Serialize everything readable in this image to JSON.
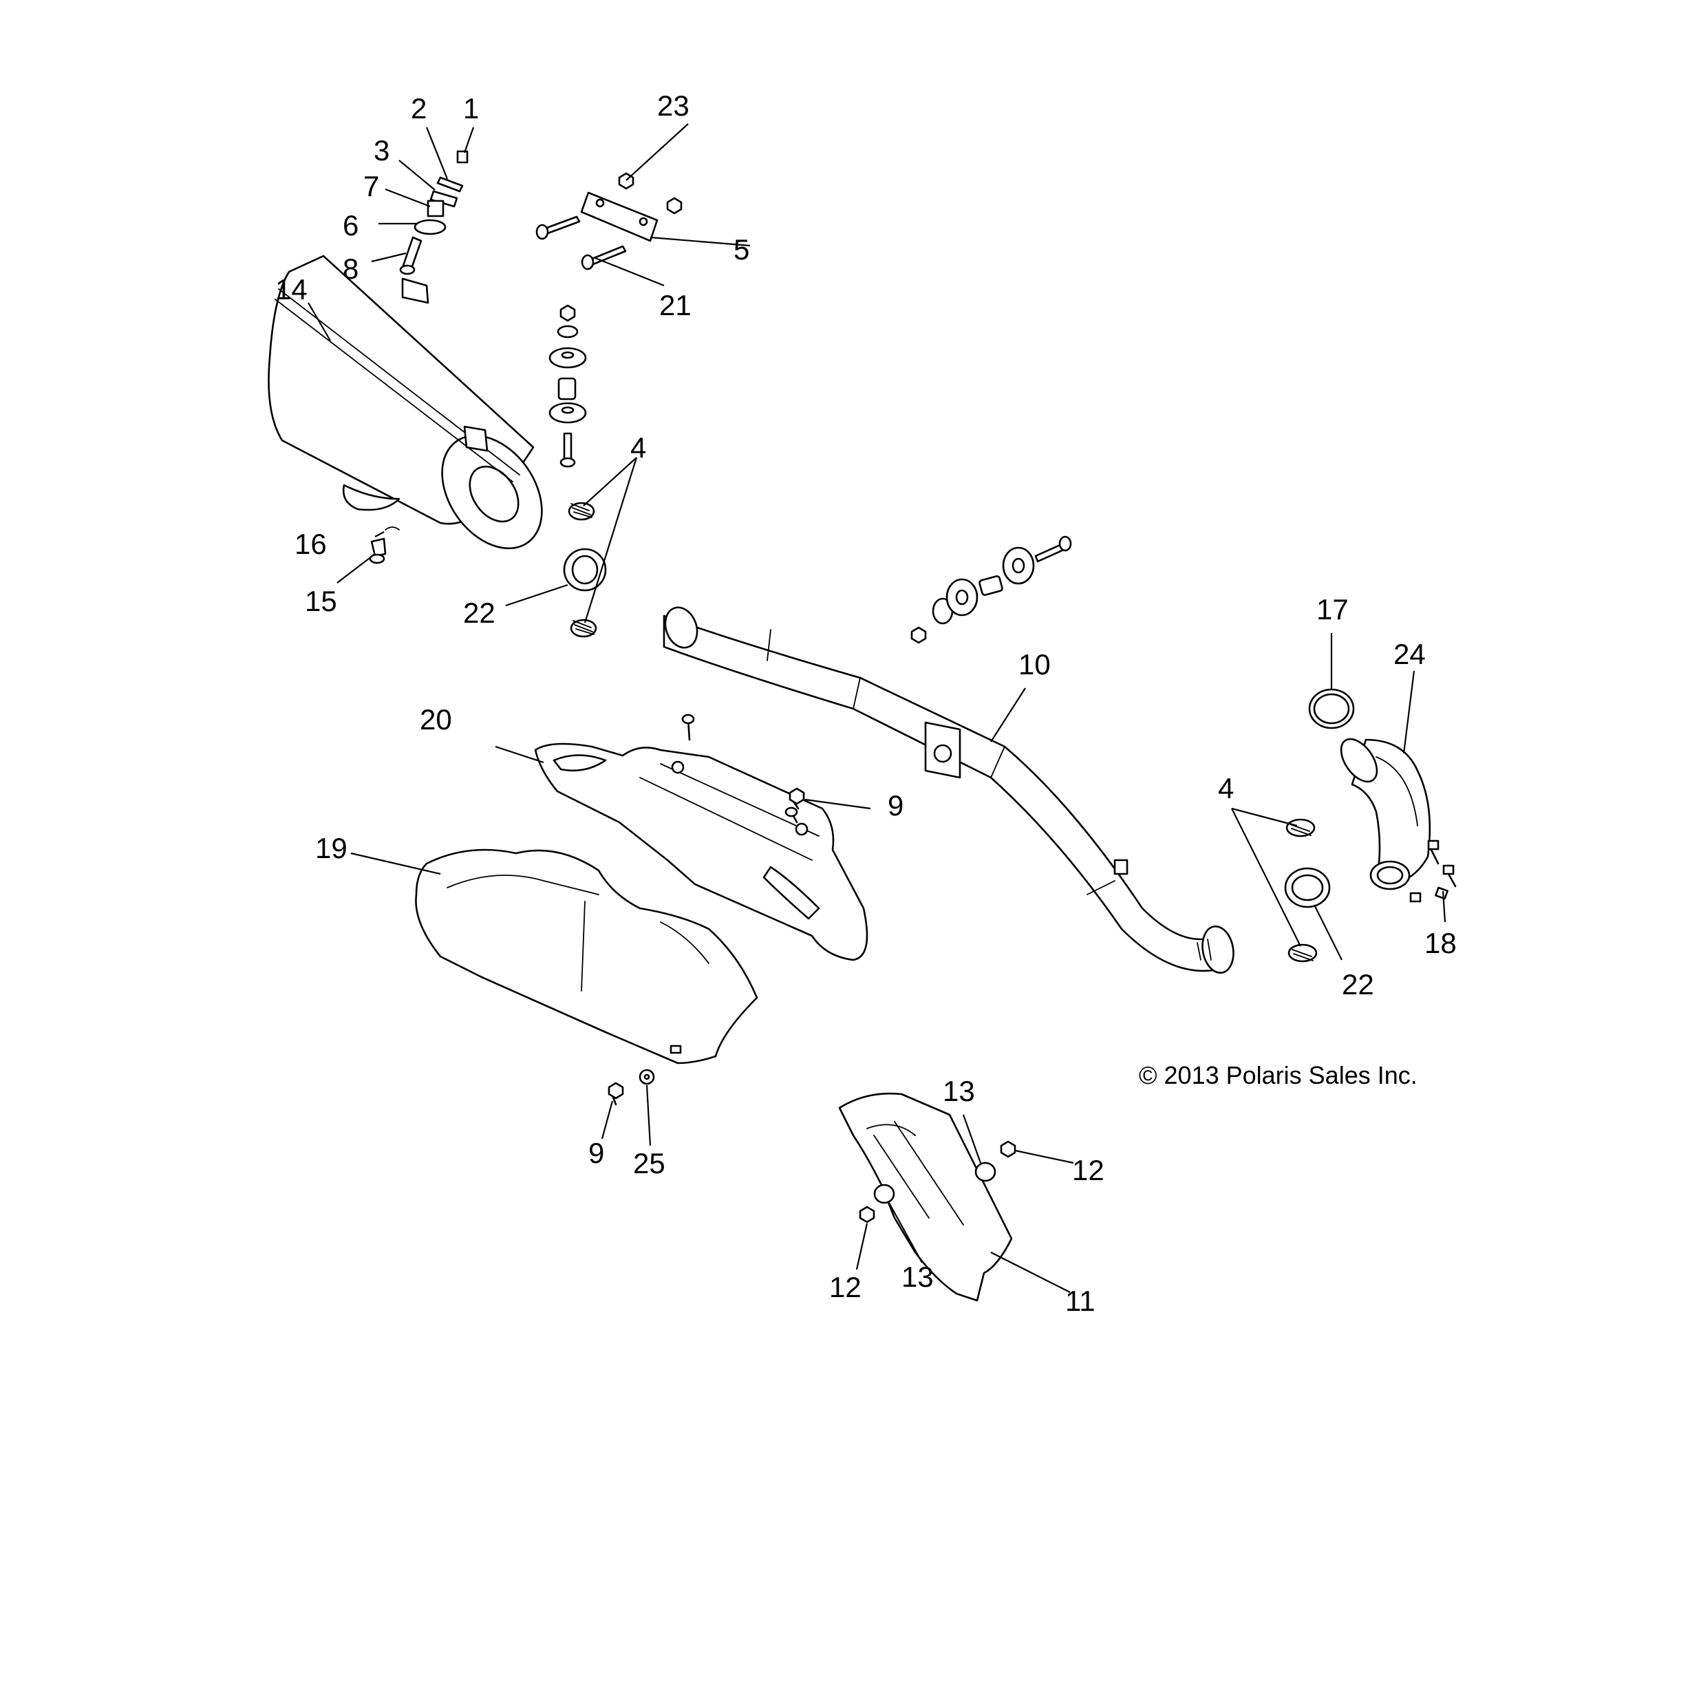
{
  "diagram": {
    "callouts": {
      "c1": "1",
      "c2": "2",
      "c3": "3",
      "c4a": "4",
      "c4b": "4",
      "c5": "5",
      "c6": "6",
      "c7": "7",
      "c8": "8",
      "c9a": "9",
      "c9b": "9",
      "c10": "10",
      "c11": "11",
      "c12a": "12",
      "c12b": "12",
      "c13a": "13",
      "c13b": "13",
      "c14": "14",
      "c15": "15",
      "c16": "16",
      "c17": "17",
      "c18": "18",
      "c19": "19",
      "c20": "20",
      "c21": "21",
      "c22a": "22",
      "c22b": "22",
      "c23": "23",
      "c24": "24",
      "c25": "25"
    },
    "copyright": "© 2013 Polaris Sales Inc."
  }
}
